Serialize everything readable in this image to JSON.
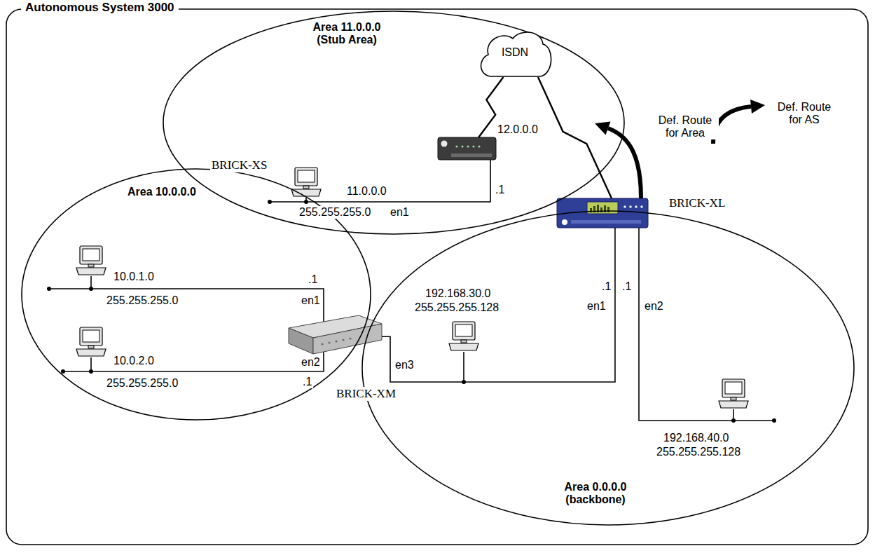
{
  "diagram": {
    "nodes": [
      {
        "text": [
          "Autonomous System 3000"
        ]
      },
      {
        "text": [
          "Area 11.0.0.0 (Stub Area)"
        ],
        "in": 0
      },
      {
        "text": [
          "ISDN"
        ],
        "in": 1
      },
      {
        "text": [
          "BRICK-XS"
        ],
        "in": 1
      },
      {
        "text": [
          "BRICK-XL"
        ],
        "in": 0
      },
      {
        "text": [
          "Area 10.0.0.0"
        ],
        "in": 0
      },
      {
        "text": [
          "BRICK-XM"
        ],
        "in": 0
      },
      {
        "text": [
          "Area 0.0.0.0 (backbone)"
        ],
        "in": 0
      }
    ],
    "edges": [
      {
        "from": 3,
        "to": 2,
        "arrow": "none"
      },
      {
        "from": 2,
        "to": 4,
        "arrow": "none"
      },
      {
        "from": 6,
        "to": 4,
        "arrow": "none"
      }
    ],
    "labels": [
      "12.0.0.0",
      "Def. Route for Area",
      "Def. Route for AS",
      "11.0.0.0",
      ".1",
      "255.255.255.0",
      "en1",
      ".1",
      ".1",
      "10.0.1.0",
      ".1",
      "192.168.30.0",
      "en1",
      "255.255.255.0",
      "en1",
      "en2",
      "255.255.255.128",
      "10.0.2.0",
      "en2",
      "en3",
      "255.255.255.0",
      ".1",
      "192.168.40.0",
      "255.255.255.128"
    ]
  }
}
